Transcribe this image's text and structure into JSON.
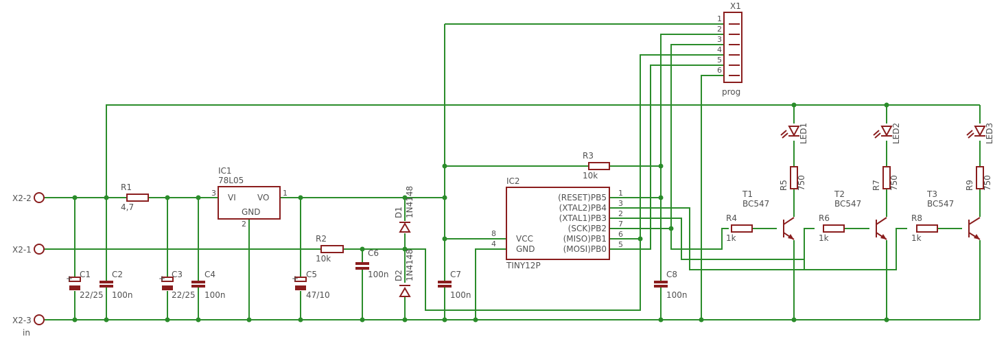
{
  "connectors": {
    "x2_2": "X2-2",
    "x2_1": "X2-1",
    "x2_3": "X2-3",
    "in_label": "in",
    "x1_name": "X1",
    "x1_value": "prog",
    "x1_pins": [
      "1",
      "2",
      "3",
      "4",
      "5",
      "6"
    ]
  },
  "resistors": {
    "r1": {
      "name": "R1",
      "value": "4,7"
    },
    "r2": {
      "name": "R2",
      "value": "10k"
    },
    "r3": {
      "name": "R3",
      "value": "10k"
    },
    "r4": {
      "name": "R4",
      "value": "1k"
    },
    "r5": {
      "name": "R5",
      "value": "750"
    },
    "r6": {
      "name": "R6",
      "value": "1k"
    },
    "r7": {
      "name": "R7",
      "value": "750"
    },
    "r8": {
      "name": "R8",
      "value": "1k"
    },
    "r9": {
      "name": "R9",
      "value": "750"
    }
  },
  "capacitors": {
    "c1": {
      "name": "C1",
      "value": "22/25"
    },
    "c2": {
      "name": "C2",
      "value": "100n"
    },
    "c3": {
      "name": "C3",
      "value": "22/25"
    },
    "c4": {
      "name": "C4",
      "value": "100n"
    },
    "c5": {
      "name": "C5",
      "value": "47/10"
    },
    "c6": {
      "name": "C6",
      "value": "100n"
    },
    "c7": {
      "name": "C7",
      "value": "100n"
    },
    "c8": {
      "name": "C8",
      "value": "100n"
    }
  },
  "ic1": {
    "name": "IC1",
    "value": "78L05",
    "vi": "VI",
    "vo": "VO",
    "gnd": "GND",
    "pin_in": "3",
    "pin_out": "1",
    "pin_gnd": "2"
  },
  "diodes": {
    "d1": {
      "name": "D1",
      "value": "1N4148"
    },
    "d2": {
      "name": "D2",
      "value": "1N4148"
    }
  },
  "ic2": {
    "name": "IC2",
    "value": "TINY12P",
    "vcc": "VCC",
    "gnd": "GND",
    "pin_vcc": "8",
    "pin_gnd": "4",
    "pins": [
      {
        "label": "(RESET)PB5",
        "num": "1"
      },
      {
        "label": "(XTAL2)PB4",
        "num": "3"
      },
      {
        "label": "(XTAL1)PB3",
        "num": "2"
      },
      {
        "label": "(SCK)PB2",
        "num": "7"
      },
      {
        "label": "(MISO)PB1",
        "num": "6"
      },
      {
        "label": "(MOSI)PB0",
        "num": "5"
      }
    ]
  },
  "transistors": {
    "t1": {
      "name": "T1",
      "value": "BC547"
    },
    "t2": {
      "name": "T2",
      "value": "BC547"
    },
    "t3": {
      "name": "T3",
      "value": "BC547"
    }
  },
  "leds": {
    "led1": "LED1",
    "led2": "LED2",
    "led3": "LED3"
  },
  "colors": {
    "wire": "#2a8c2a",
    "part": "#8a1d1d",
    "text": "#505050"
  }
}
